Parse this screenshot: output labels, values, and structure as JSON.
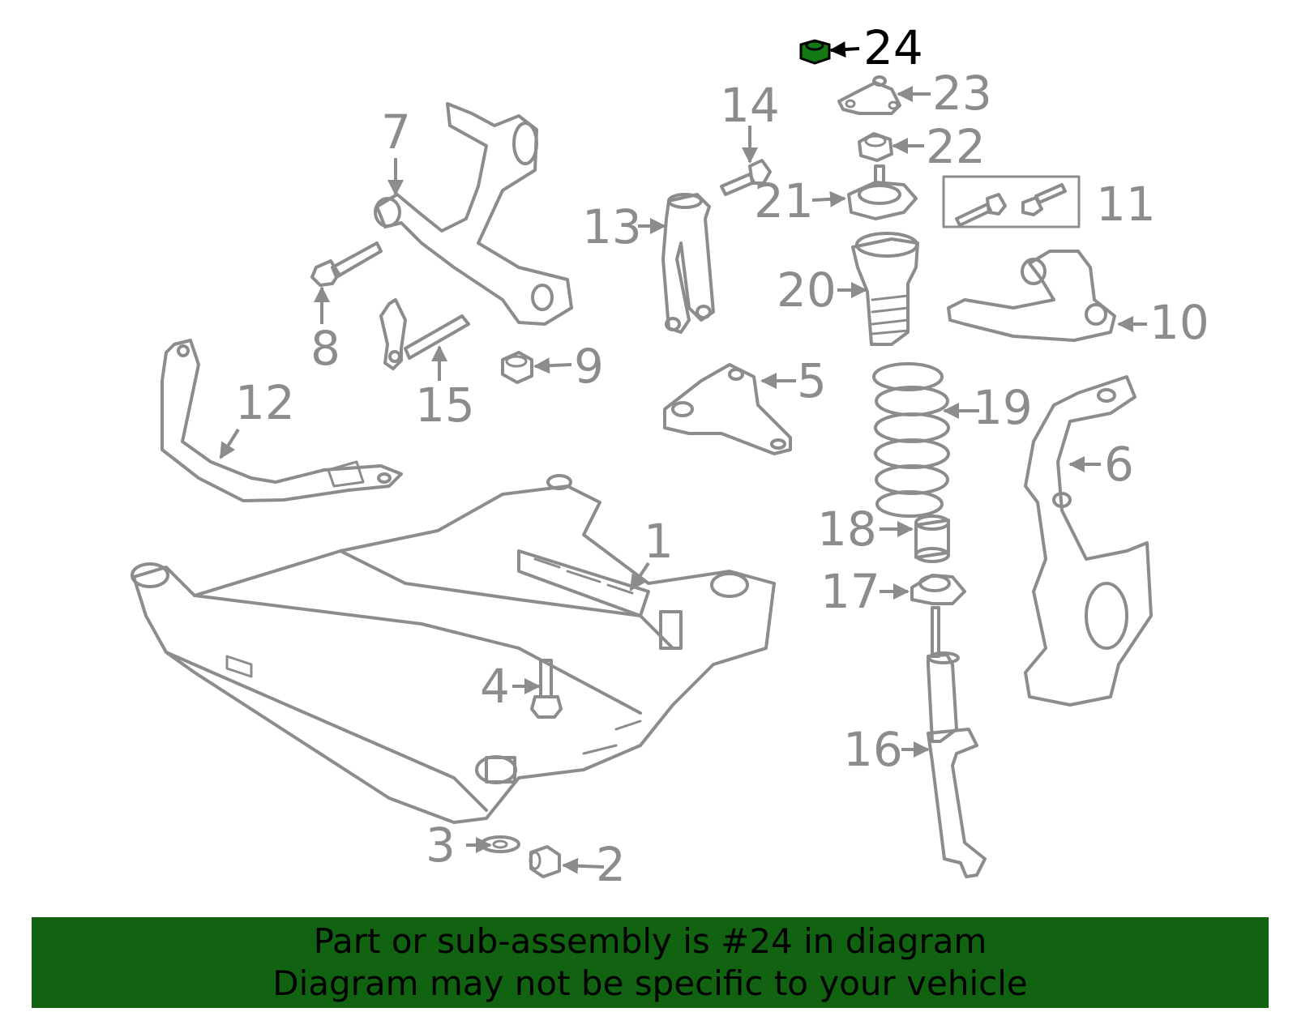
{
  "colors": {
    "part_stroke": "#8c8c8c",
    "highlight_fill": "#137a13",
    "highlight_text": "#000000",
    "banner_bg": "#116311",
    "banner_text": "#000000"
  },
  "callouts": {
    "c1": "1",
    "c2": "2",
    "c3": "3",
    "c4": "4",
    "c5": "5",
    "c6": "6",
    "c7": "7",
    "c8": "8",
    "c9": "9",
    "c10": "10",
    "c11": "11",
    "c12": "12",
    "c13": "13",
    "c14": "14",
    "c15": "15",
    "c16": "16",
    "c17": "17",
    "c18": "18",
    "c19": "19",
    "c20": "20",
    "c21": "21",
    "c22": "22",
    "c23": "23",
    "c24": "24"
  },
  "highlighted_part": "24",
  "banner": {
    "line1": "Part or sub-assembly is #24 in diagram",
    "line2": "Diagram may not be specific to your vehicle"
  }
}
